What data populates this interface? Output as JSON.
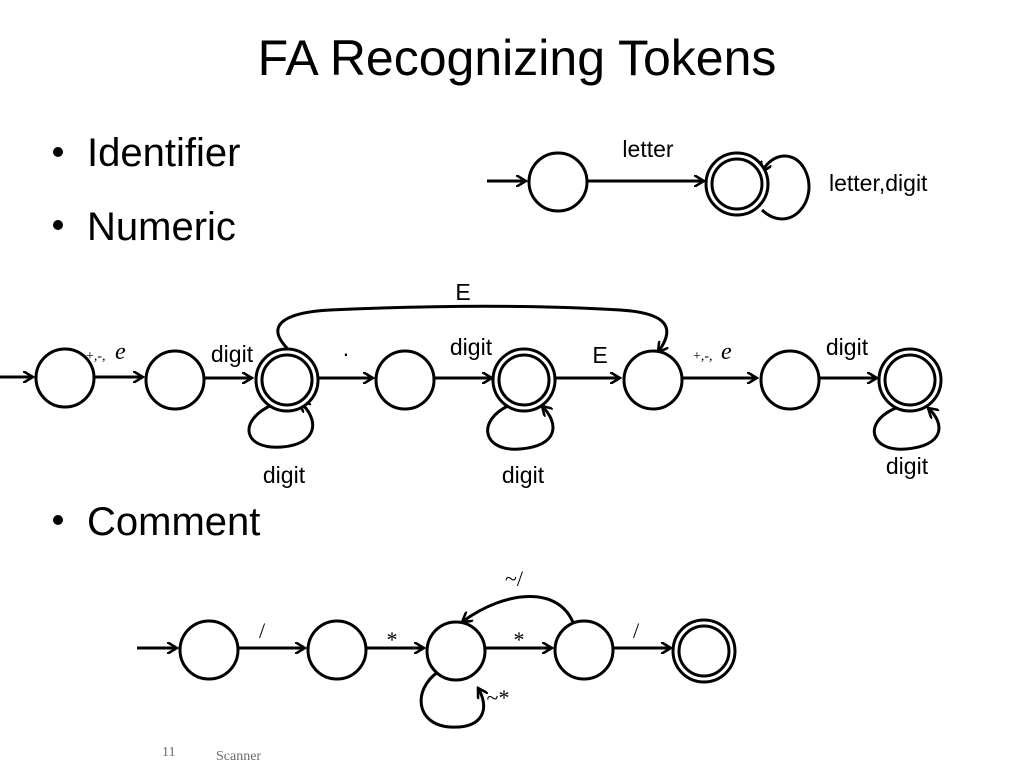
{
  "title": "FA Recognizing Tokens",
  "bullets": [
    "Identifier",
    "Numeric",
    "Comment"
  ],
  "identifier": {
    "edge_label": "letter",
    "loop_label": "letter,digit"
  },
  "numeric": {
    "top_label": "E",
    "sign_label": "+,-,",
    "epsilon": "e",
    "digit": "digit",
    "dot": ".",
    "exp_label": "E"
  },
  "comment": {
    "slash": "/",
    "star": "*",
    "back_label": "~/",
    "loop_label": "~*"
  },
  "footer": {
    "page_number": "11",
    "section": "Scanner"
  }
}
